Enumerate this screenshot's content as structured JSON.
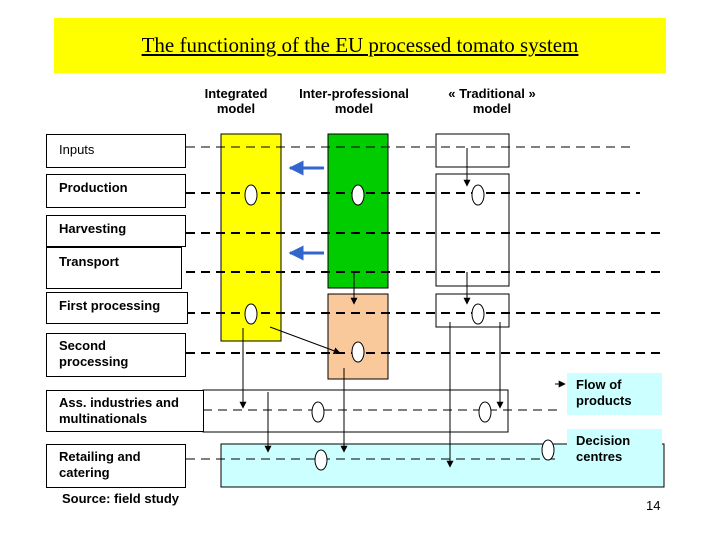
{
  "title": "The functioning of the EU processed tomato system",
  "models": [
    {
      "id": "integrated",
      "line1": "Integrated",
      "line2": "model"
    },
    {
      "id": "inter-professional",
      "line1": "Inter-professional",
      "line2": "model"
    },
    {
      "id": "traditional",
      "line1": "« Traditional »",
      "line2": "model"
    }
  ],
  "stages": [
    {
      "line1": "Inputs",
      "line2": ""
    },
    {
      "line1": "Production",
      "line2": ""
    },
    {
      "line1": "Harvesting",
      "line2": ""
    },
    {
      "line1": "Transport",
      "line2": ""
    },
    {
      "line1": "First processing",
      "line2": ""
    },
    {
      "line1": "Second",
      "line2": "processing"
    },
    {
      "line1": "Ass. industries and",
      "line2": "multinationals"
    },
    {
      "line1": "Retailing and",
      "line2": "catering"
    }
  ],
  "legend": {
    "flow_line1": "Flow of",
    "flow_line2": "products",
    "decision_line1": "Decision",
    "decision_line2": "centres"
  },
  "source": "Source: field study",
  "page_number": "14",
  "colors": {
    "banner": "#ffff00",
    "integrated": "#ffff00",
    "inter_professional": "#00cc00",
    "second_processing": "#f9c89b",
    "retail_band": "#ccffff",
    "legend": "#ccffff",
    "blue_arrow": "#3366cc"
  }
}
